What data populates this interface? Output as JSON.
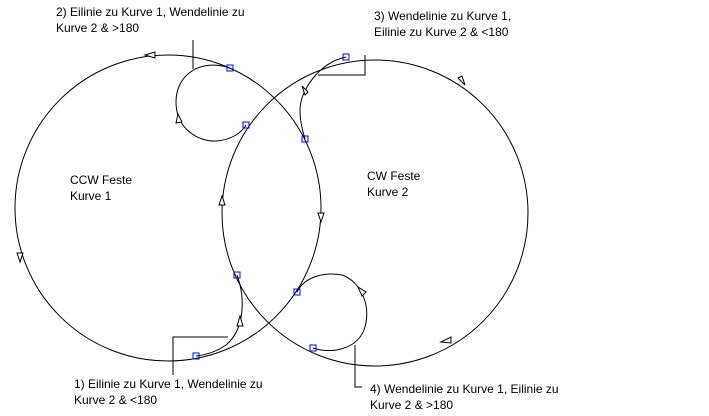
{
  "labels": {
    "case1": {
      "line1": "1) Eilinie zu Kurve 1, Wendelinie zu",
      "line2": "Kurve  2 & <180"
    },
    "case2": {
      "line1": "2) Eilinie zu Kurve 1, Wendelinie zu",
      "line2": "Kurve  2 & >180"
    },
    "case3": {
      "line1": "3) Wendelinie zu Kurve 1,",
      "line2": "Eilinie zu Kurve  2 & <180"
    },
    "case4": {
      "line1": "4) Wendelinie zu Kurve 1, Eilinie zu",
      "line2": "Kurve  2 & >180"
    },
    "curve1": {
      "line1": "CCW Feste",
      "line2": "Kurve 1"
    },
    "curve2": {
      "line1": "CW Feste",
      "line2": "Kurve 2"
    }
  },
  "colors": {
    "line": "#000000",
    "grip": "#0000ff"
  }
}
